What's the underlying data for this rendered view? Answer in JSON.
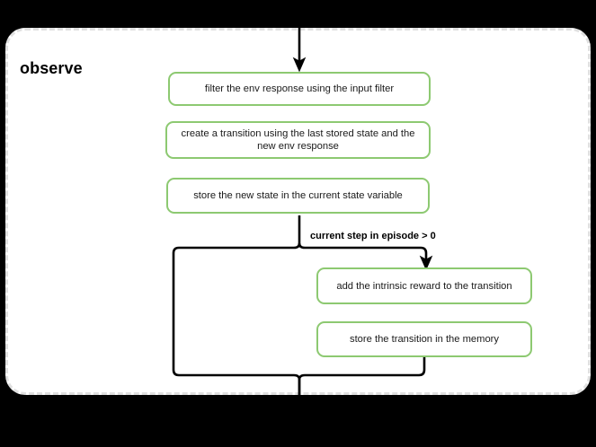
{
  "diagram": {
    "title": "observe",
    "group_label": "observe",
    "background_color": "#000000",
    "canvas_color": "#ffffff",
    "node_border_color": "#8dc971",
    "connector_color": "#000000",
    "group_border_color": "#e0e0e0",
    "nodes": [
      {
        "id": "n1",
        "label": "filter the env response using the input filter"
      },
      {
        "id": "n2",
        "label": "create a transition using the last stored state and the new env response"
      },
      {
        "id": "n3",
        "label": "store the new state in the current state variable"
      },
      {
        "id": "n4",
        "label": "add the intrinsic reward to the transition"
      },
      {
        "id": "n5",
        "label": "store the transition in the memory"
      }
    ],
    "edge_labels": [
      {
        "id": "cond1",
        "label": "current step in episode > 0"
      }
    ]
  }
}
